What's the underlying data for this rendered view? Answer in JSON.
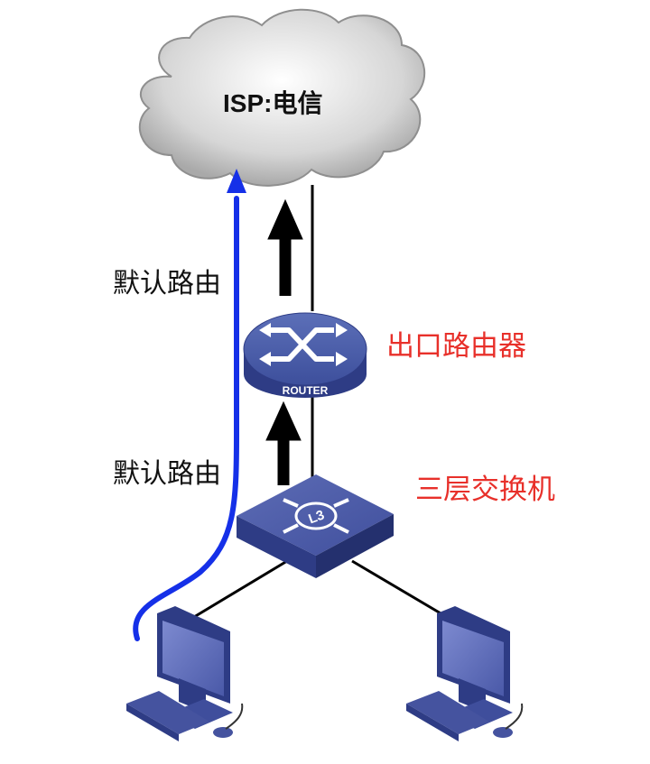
{
  "cloud": {
    "label": "ISP:电信"
  },
  "labels": {
    "default_route_upper": "默认路由",
    "default_route_lower": "默认路由",
    "egress_router": "出口路由器",
    "l3_switch": "三层交换机"
  },
  "router": {
    "badge": "ROUTER"
  },
  "switch": {
    "badge": "L3"
  },
  "colors": {
    "label_red": "#e8302a",
    "device_blue": "#33428f",
    "path_blue": "#1530e8",
    "arrow": "#000000",
    "cloud_fill": "#d9d9d9"
  }
}
